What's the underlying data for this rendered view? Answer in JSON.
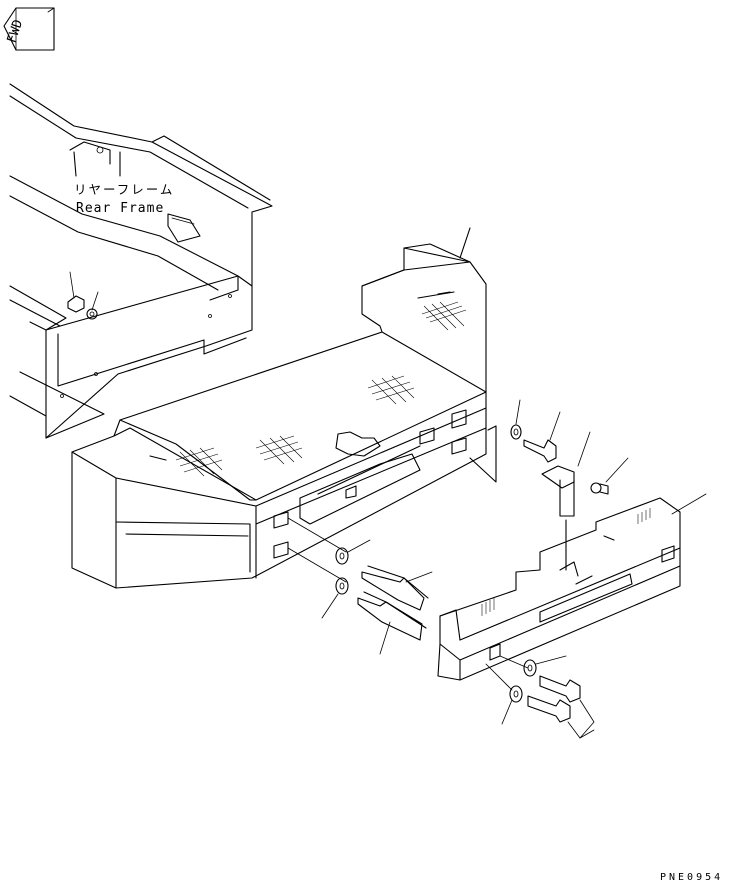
{
  "direction_badge": {
    "text": "FWD"
  },
  "callouts": {
    "frame_label_jp": "リヤーフレーム",
    "frame_label_en": "Rear Frame"
  },
  "drawing_code": "PNE0954"
}
